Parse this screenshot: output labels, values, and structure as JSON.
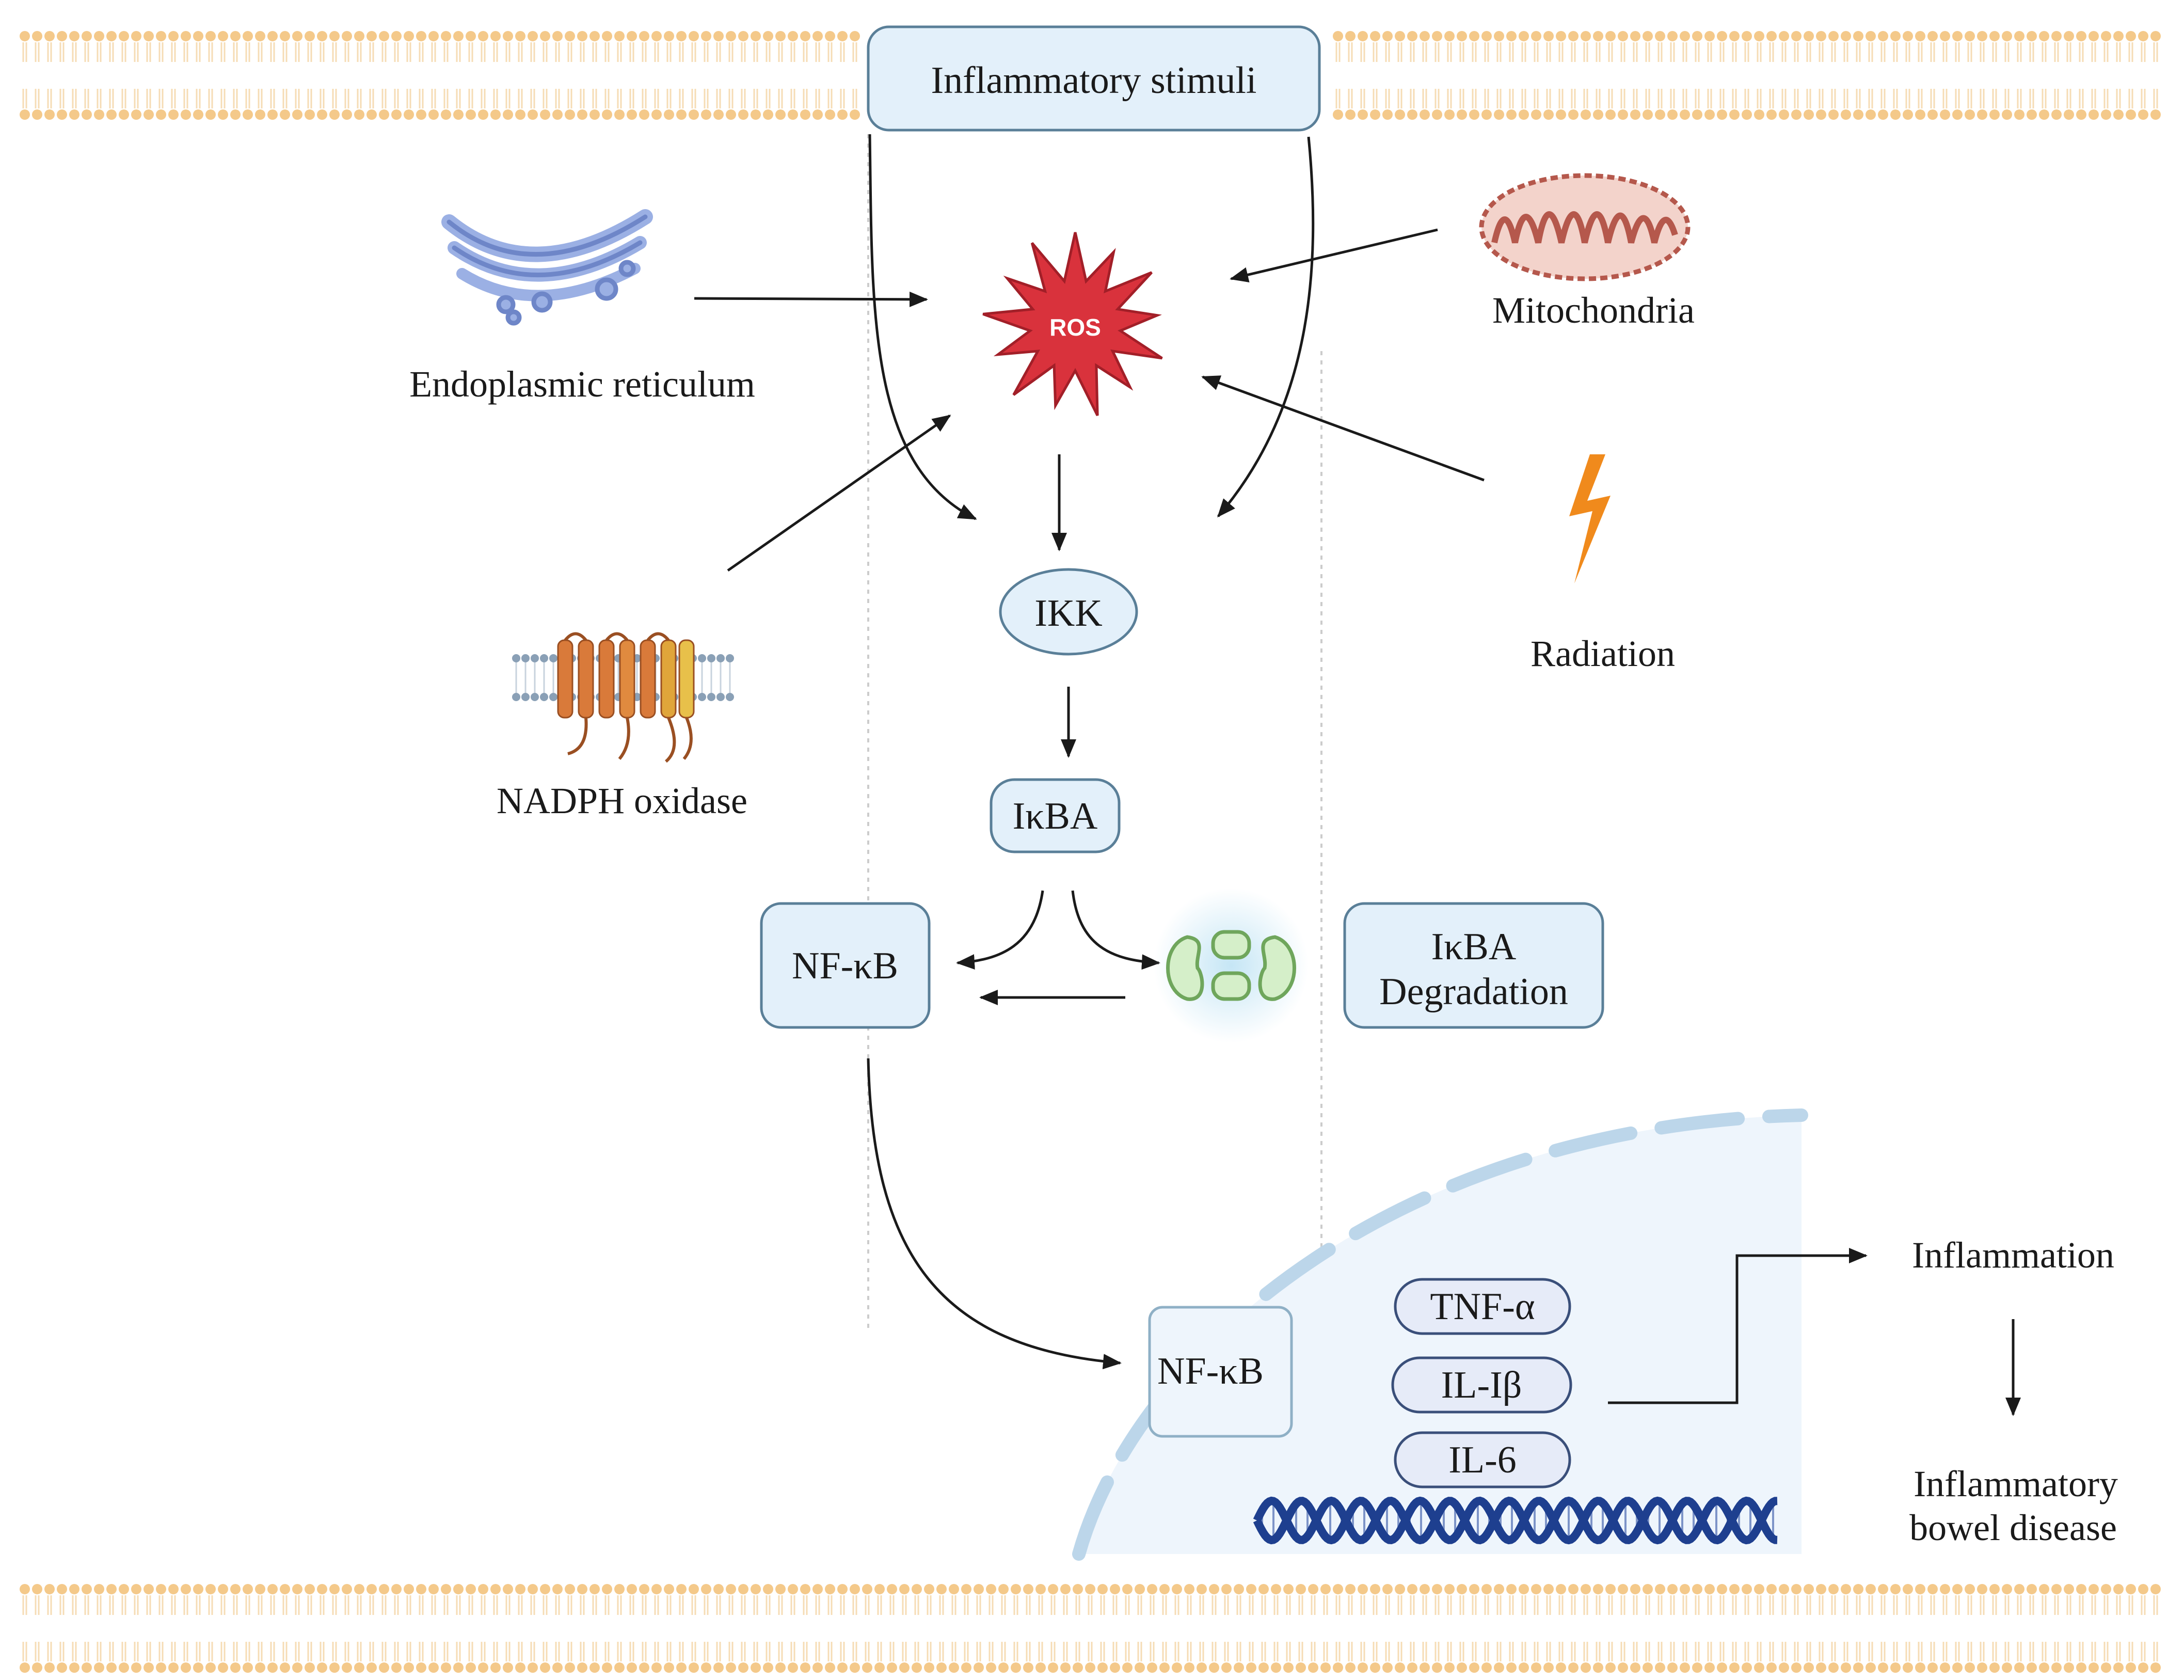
{
  "stimulus": {
    "label": "Inflammatory stimuli"
  },
  "ros": {
    "label": "ROS"
  },
  "sources": {
    "er": "Endoplasmic reticulum",
    "mito": "Mitochondria",
    "nadph": "NADPH oxidase",
    "radiation": "Radiation"
  },
  "pathway": {
    "ikk": "IKK",
    "ikba": "IκBA",
    "nfkb": "NF-κB",
    "degradation_line1": "IκBA",
    "degradation_line2": "Degradation",
    "nucleus_nfkb": "NF-κB"
  },
  "cytokines": [
    "TNF-α",
    "IL-Iβ",
    "IL-6"
  ],
  "outcomes": {
    "inflammation": "Inflammation",
    "ibd_line1": "Inflammatory",
    "ibd_line2": "bowel disease"
  },
  "icons": {
    "er": "endoplasmic-reticulum-icon",
    "mito": "mitochondria-icon",
    "nadph": "nadph-oxidase-icon",
    "radiation": "lightning-bolt-icon",
    "proteasome": "proteasome-icon",
    "dna": "dna-helix-icon",
    "ros": "ros-burst-icon"
  },
  "colors": {
    "membrane": "#f4c98a",
    "box_fill": "#e3f0fa",
    "box_stroke": "#5a7f98",
    "ros_red": "#d9323c",
    "nucleus_fill": "#eef5fc",
    "nucleus_stroke": "#bcd6ea",
    "dna": "#1e3f8f",
    "bolt": "#f08a1c",
    "proteasome": "#8cc07a"
  }
}
